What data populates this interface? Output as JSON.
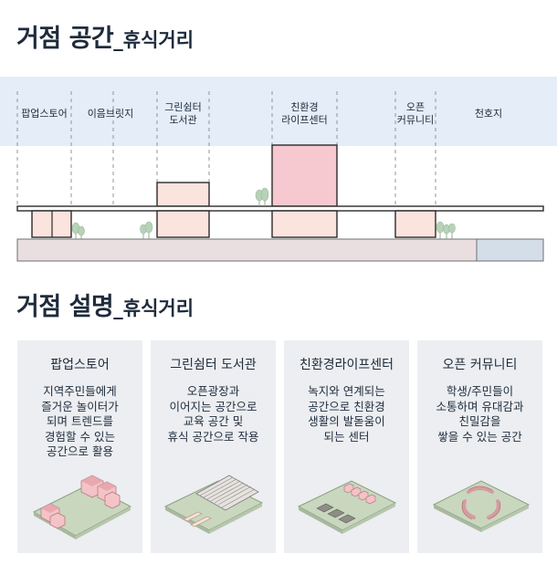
{
  "header": {
    "title_main": "거점 공간",
    "title_sub": "_휴식거리"
  },
  "section": {
    "zones": [
      {
        "label": "팝업스토어"
      },
      {
        "label": "이음브릿지"
      },
      {
        "label": "그린쉼터\n도서관"
      },
      {
        "label": "친환경\n라이프센터"
      },
      {
        "label": "오픈\n커뮤니티"
      },
      {
        "label": "천호지"
      }
    ],
    "colors": {
      "band": "#e4edf8",
      "building_fill": "#fbe3de",
      "center_fill": "#f5c9cf",
      "building_stroke": "#2b2b2b",
      "ground": "#e9dfe1",
      "water": "#d4dee8"
    }
  },
  "description": {
    "title_main": "거점 설명",
    "title_sub": "_휴식거리",
    "cards": [
      {
        "title": "팝업스토어",
        "text": "지역주민들에게\n즐거운 놀이터가\n되며 트렌드를\n경험할 수 있는\n공간으로 활용",
        "icon": "popup-store-illustration"
      },
      {
        "title": "그린쉼터 도서관",
        "text": "오픈광장과\n이어지는 공간으로\n교육 공간 및\n휴식 공간으로 작용",
        "icon": "green-library-illustration"
      },
      {
        "title": "친환경라이프센터",
        "text": "녹지와 연계되는\n공간으로 친환경\n생활의 발돋움이\n되는 센터",
        "icon": "eco-center-illustration"
      },
      {
        "title": "오픈 커뮤니티",
        "text": "학생/주민들이\n소통하며 유대감과\n친밀감을\n쌓을 수 있는 공간",
        "icon": "open-community-illustration"
      }
    ]
  }
}
